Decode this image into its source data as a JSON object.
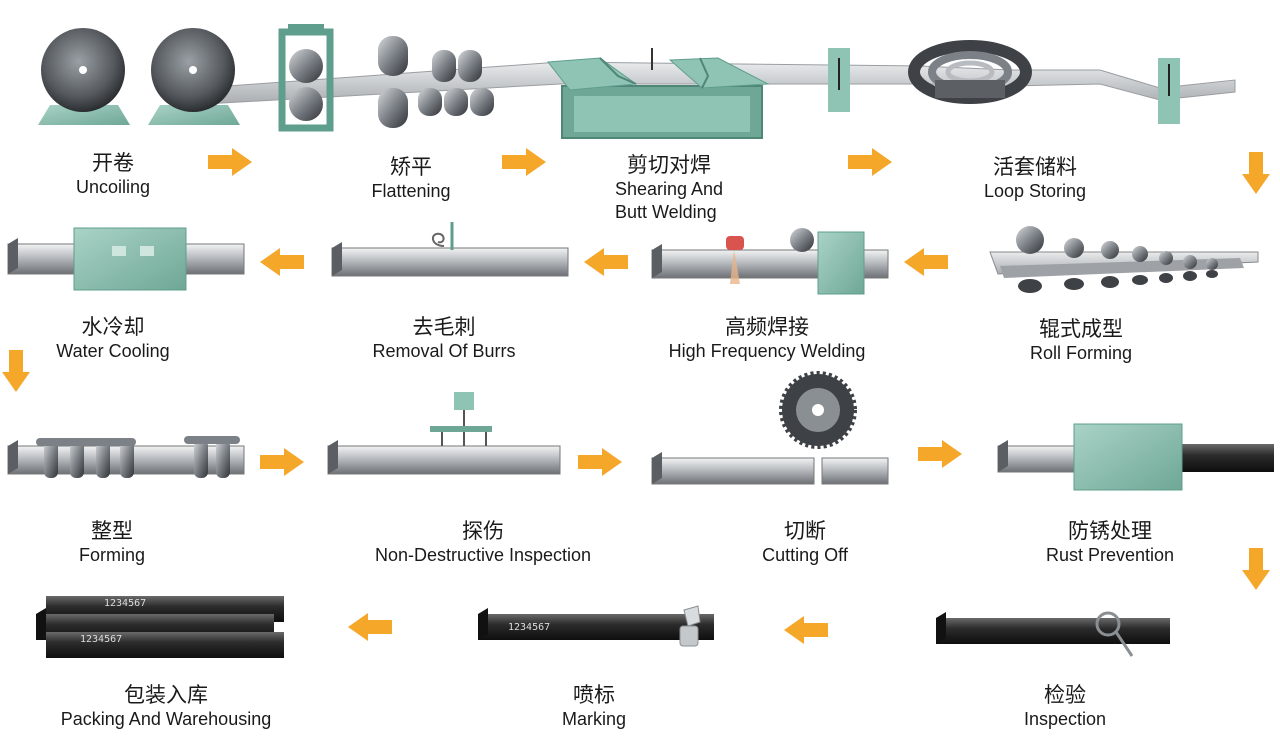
{
  "colors": {
    "machine_green": "#8fc3b3",
    "machine_green_dark": "#5f9e8c",
    "steel": "#bfc3c6",
    "roll_dark": "#3e4246",
    "arrow": "#f5a72a",
    "black_pipe": "#2a2a2a"
  },
  "steps": [
    {
      "cn": "开卷",
      "en": "Uncoiling"
    },
    {
      "cn": "矫平",
      "en": "Flattening"
    },
    {
      "cn": "剪切对焊",
      "en": "Shearing And",
      "en2": "Butt Welding"
    },
    {
      "cn": "活套储料",
      "en": "Loop Storing"
    },
    {
      "cn": "辊式成型",
      "en": "Roll Forming"
    },
    {
      "cn": "高频焊接",
      "en": "High Frequency Welding"
    },
    {
      "cn": "去毛刺",
      "en": "Removal Of Burrs"
    },
    {
      "cn": "水冷却",
      "en": "Water Cooling"
    },
    {
      "cn": "整型",
      "en": "Forming"
    },
    {
      "cn": "探伤",
      "en": "Non-Destructive Inspection"
    },
    {
      "cn": "切断",
      "en": "Cutting Off"
    },
    {
      "cn": "防锈处理",
      "en": "Rust Prevention"
    },
    {
      "cn": "检验",
      "en": "Inspection"
    },
    {
      "cn": "喷标",
      "en": "Marking"
    },
    {
      "cn": "包装入库",
      "en": "Packing And Warehousing"
    }
  ],
  "marking_codes": [
    "1234567",
    "1234567",
    "1234567"
  ]
}
